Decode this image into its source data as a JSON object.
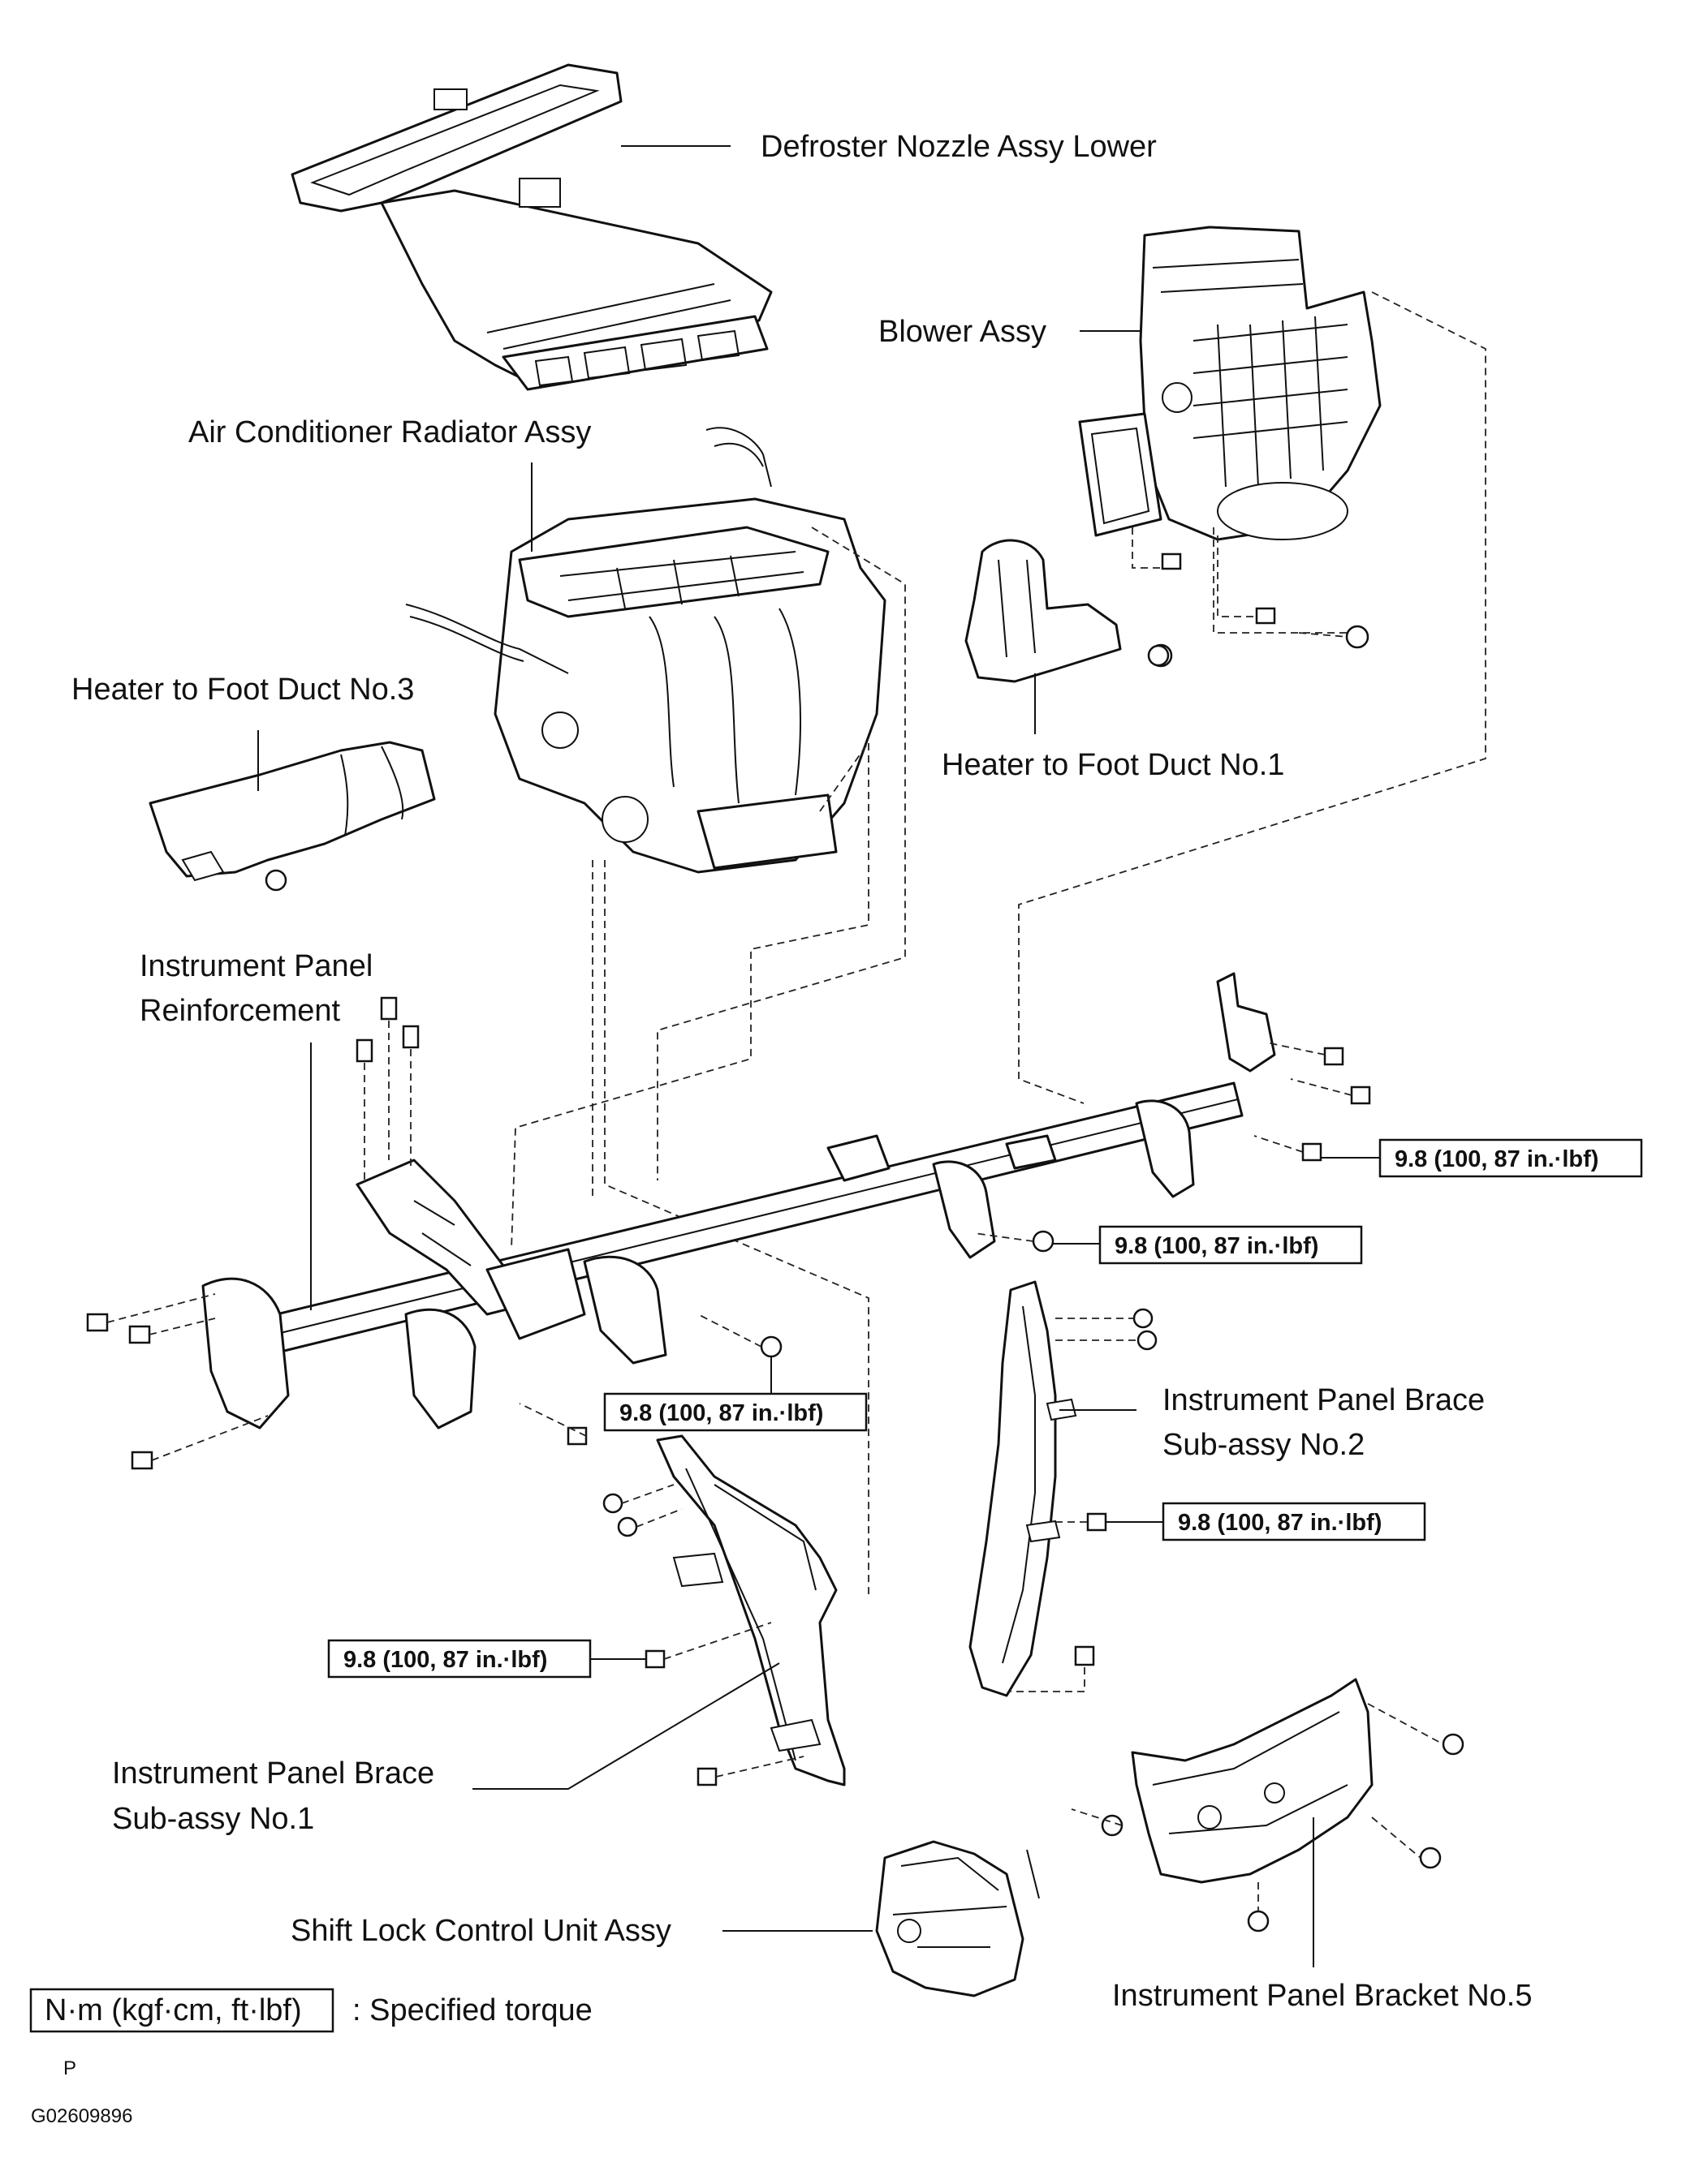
{
  "labels": {
    "defroster_nozzle": "Defroster Nozzle Assy Lower",
    "blower": "Blower Assy",
    "ac_radiator": "Air Conditioner Radiator Assy",
    "foot_duct_3": "Heater to Foot Duct No.3",
    "foot_duct_1": "Heater to Foot Duct No.1",
    "ip_reinforcement_1": "Instrument Panel",
    "ip_reinforcement_2": "Reinforcement",
    "brace_2_line1": "Instrument Panel Brace",
    "brace_2_line2": "Sub-assy No.2",
    "brace_1_line1": "Instrument Panel Brace",
    "brace_1_line2": "Sub-assy No.1",
    "shift_lock": "Shift Lock Control Unit Assy",
    "bracket_5": "Instrument Panel Bracket No.5"
  },
  "torque_specs": [
    "9.8 (100, 87 in.·lbf)",
    "9.8 (100, 87 in.·lbf)",
    "9.8 (100, 87 in.·lbf)",
    "9.8 (100, 87 in.·lbf)",
    "9.8 (100, 87 in.·lbf)"
  ],
  "legend": {
    "unit_box": "N·m (kgf·cm, ft·lbf)",
    "meaning": ": Specified torque"
  },
  "footer": {
    "letter": "P",
    "figure_id": "G02609896"
  }
}
